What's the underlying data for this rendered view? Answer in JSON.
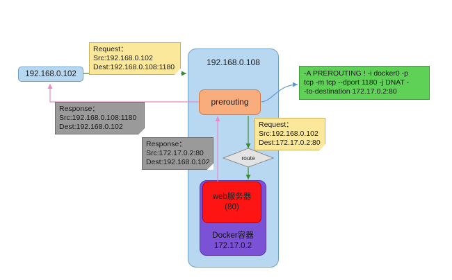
{
  "client": {
    "label": "192.168.0.102"
  },
  "host": {
    "label": "192.168.0.108"
  },
  "prerouting": {
    "label": "prerouting"
  },
  "route": {
    "label": "route"
  },
  "web": {
    "line1": "web服务器",
    "line2": "(80)"
  },
  "docker": {
    "line1": "Docker容器",
    "line2": "172.17.0.2"
  },
  "rule_note": {
    "lines": [
      "-A PREROUTING ! -i docker0 -p",
      "tcp -m tcp --dport 1180 -j DNAT -",
      "-to-destination 172.17.0.2:80"
    ]
  },
  "request_in": {
    "lines": [
      "Request：",
      "Src:192.168.0.102",
      "Dest:192.168.0.108:1180"
    ]
  },
  "request_nat": {
    "lines": [
      "Request：",
      "Src:192.168.0.102",
      "Dest:172.17.0.2:80"
    ]
  },
  "response_container": {
    "lines": [
      "Response：",
      "Src:172.17.0.2:80",
      "Dest:192.168.0.102"
    ]
  },
  "response_out": {
    "lines": [
      "Response：",
      "Src:192.168.0.108:1180",
      "Dest:192.168.0.102"
    ]
  },
  "colors": {
    "request_arrow": "#3a8a2e",
    "response_arrow": "#e889c9",
    "rule_connector": "#5b9bd5",
    "host_fill": "#b8d7f0",
    "prerouting_fill": "#f9ad7d",
    "docker_fill": "#7b52d6",
    "web_fill": "#ff1414",
    "note_yellow": "#fce89a",
    "note_gray": "#9a9a9a",
    "note_green": "#5fd156"
  }
}
